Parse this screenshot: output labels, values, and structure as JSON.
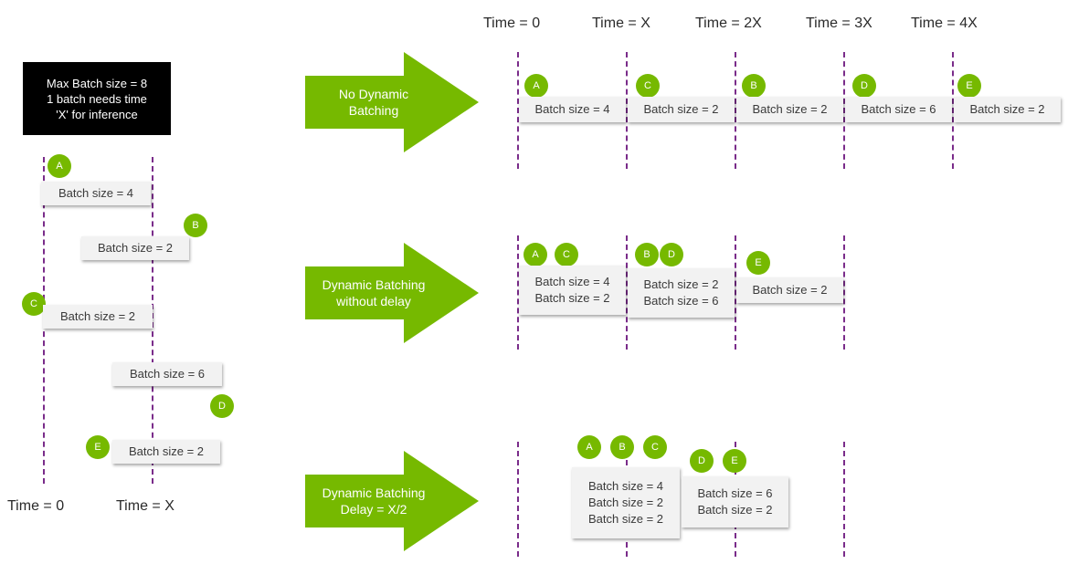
{
  "info": {
    "line1": "Max Batch size = 8",
    "line2": "1 batch needs time",
    "line3": "'X' for inference"
  },
  "left_timeline": {
    "time_labels": [
      "Time = 0",
      "Time = X"
    ],
    "requests": [
      {
        "badge": "A",
        "label": "Batch size = 4"
      },
      {
        "badge": "B",
        "label": "Batch size = 2"
      },
      {
        "badge": "C",
        "label": "Batch size = 2"
      },
      {
        "badge": "D",
        "label": "Batch size = 6"
      },
      {
        "badge": "E",
        "label": "Batch size = 2"
      }
    ]
  },
  "top_time_labels": [
    "Time = 0",
    "Time = X",
    "Time = 2X",
    "Time = 3X",
    "Time = 4X"
  ],
  "scenarios": {
    "no_dynamic": {
      "title_line1": "No Dynamic",
      "title_line2": "Batching",
      "slots": [
        {
          "badges": [
            "A"
          ],
          "lines": [
            "Batch size = 4"
          ]
        },
        {
          "badges": [
            "C"
          ],
          "lines": [
            "Batch size = 2"
          ]
        },
        {
          "badges": [
            "B"
          ],
          "lines": [
            "Batch size = 2"
          ]
        },
        {
          "badges": [
            "D"
          ],
          "lines": [
            "Batch size = 6"
          ]
        },
        {
          "badges": [
            "E"
          ],
          "lines": [
            "Batch size = 2"
          ]
        }
      ]
    },
    "no_delay": {
      "title_line1": "Dynamic Batching",
      "title_line2": "without delay",
      "slots": [
        {
          "badges": [
            "A",
            "C"
          ],
          "lines": [
            "Batch size = 4",
            "Batch size = 2"
          ]
        },
        {
          "badges": [
            "B",
            "D"
          ],
          "lines": [
            "Batch size = 2",
            "Batch size = 6"
          ]
        },
        {
          "badges": [
            "E"
          ],
          "lines": [
            "Batch size = 2"
          ]
        }
      ]
    },
    "delay": {
      "title_line1": "Dynamic Batching",
      "title_line2": "Delay = X/2",
      "slots": [
        {
          "badges": [
            "A",
            "B",
            "C"
          ],
          "lines": [
            "Batch size = 4",
            "Batch size = 2",
            "Batch size = 2"
          ]
        },
        {
          "badges": [
            "D",
            "E"
          ],
          "lines": [
            "Batch size = 6",
            "Batch size = 2"
          ]
        }
      ]
    }
  },
  "colors": {
    "accent_green": "#76b900",
    "dashed_line": "#7a2c8a",
    "box_fill": "#f2f2f2"
  }
}
